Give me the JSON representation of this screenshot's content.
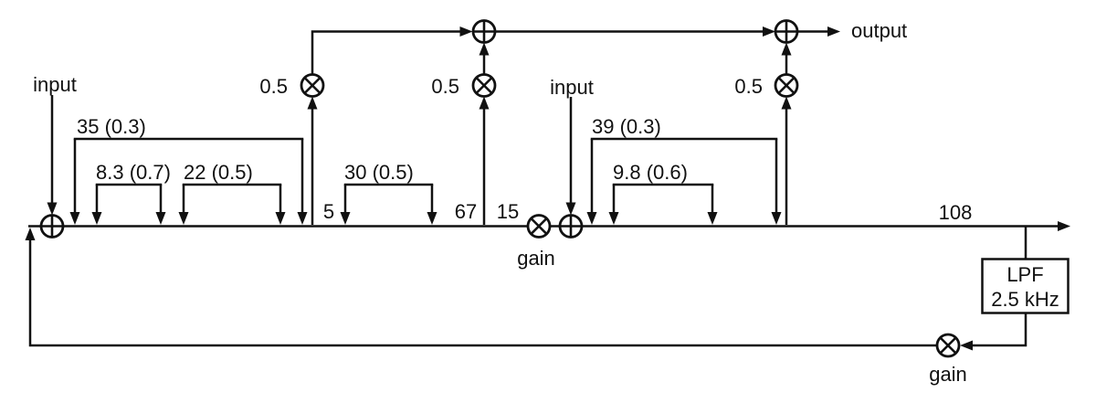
{
  "colors": {
    "ink": "#111111",
    "background": "#ffffff"
  },
  "io_labels": {
    "input_left": "input",
    "input_right": "input",
    "output": "output"
  },
  "tap_gain_labels": {
    "m1": "0.5",
    "m2": "0.5",
    "m3": "0.5"
  },
  "gain_labels": {
    "inline": "gain",
    "feedback": "gain"
  },
  "delay_brackets": {
    "b35": "35 (0.3)",
    "b8_3": "8.3 (0.7)",
    "b22": "22 (0.5)",
    "b30": "30 (0.5)",
    "b39": "39 (0.3)",
    "b9_8": "9.8 (0.6)"
  },
  "segment_lengths": {
    "s5": "5",
    "s67": "67",
    "s15": "15",
    "s108": "108"
  },
  "lpf_box": {
    "title": "LPF",
    "cutoff": "2.5 kHz"
  }
}
